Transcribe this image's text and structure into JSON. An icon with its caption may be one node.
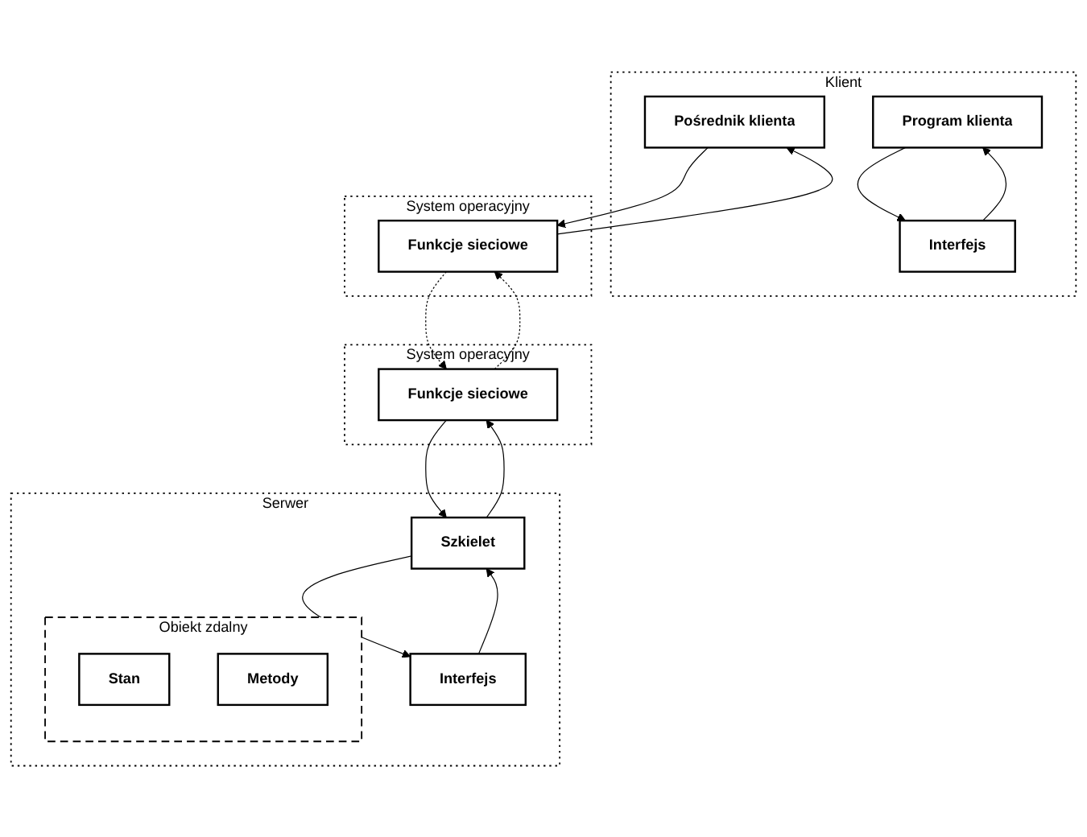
{
  "diagram": {
    "nodes": [
      {
        "text": [
          "Klient"
        ]
      },
      {
        "text": [
          "Program klienta"
        ],
        "in": 0
      },
      {
        "text": [
          "Interfejs"
        ],
        "in": 0
      },
      {
        "text": [
          "Pośrednik klienta"
        ],
        "in": 0
      },
      {
        "text": [
          "System operacyjny"
        ]
      },
      {
        "text": [
          "Funkcje sieciowe"
        ],
        "in": 4
      },
      {
        "text": [
          "Serwer"
        ]
      },
      {
        "text": [
          "Obiekt zdalny"
        ],
        "in": 6
      },
      {
        "text": [
          "Stan"
        ],
        "in": 7
      },
      {
        "text": [
          "Metody"
        ],
        "in": 7
      },
      {
        "text": [
          "Interfejs"
        ],
        "in": 6
      },
      {
        "text": [
          "Szkielet"
        ],
        "in": 6
      },
      {
        "text": [
          "System operacyjny"
        ]
      },
      {
        "text": [
          "Funkcje sieciowe"
        ],
        "in": 12
      }
    ],
    "edges": [
      {
        "from": 1,
        "to": 2,
        "arrow": "to"
      },
      {
        "from": 2,
        "to": 1,
        "arrow": "to"
      },
      {
        "from": 3,
        "to": 5,
        "arrow": "to"
      },
      {
        "from": 5,
        "to": 3,
        "arrow": "to"
      },
      {
        "from": 10,
        "to": 11,
        "arrow": "to"
      },
      {
        "from": 11,
        "to": 10,
        "arrow": "to"
      },
      {
        "from": 11,
        "to": 13,
        "arrow": "to"
      },
      {
        "from": 13,
        "to": 11,
        "arrow": "to"
      },
      {
        "from": 13,
        "to": 5,
        "arrow": "to",
        "style": "dashed"
      },
      {
        "from": 5,
        "to": 13,
        "arrow": "to",
        "style": "dashed"
      }
    ]
  }
}
